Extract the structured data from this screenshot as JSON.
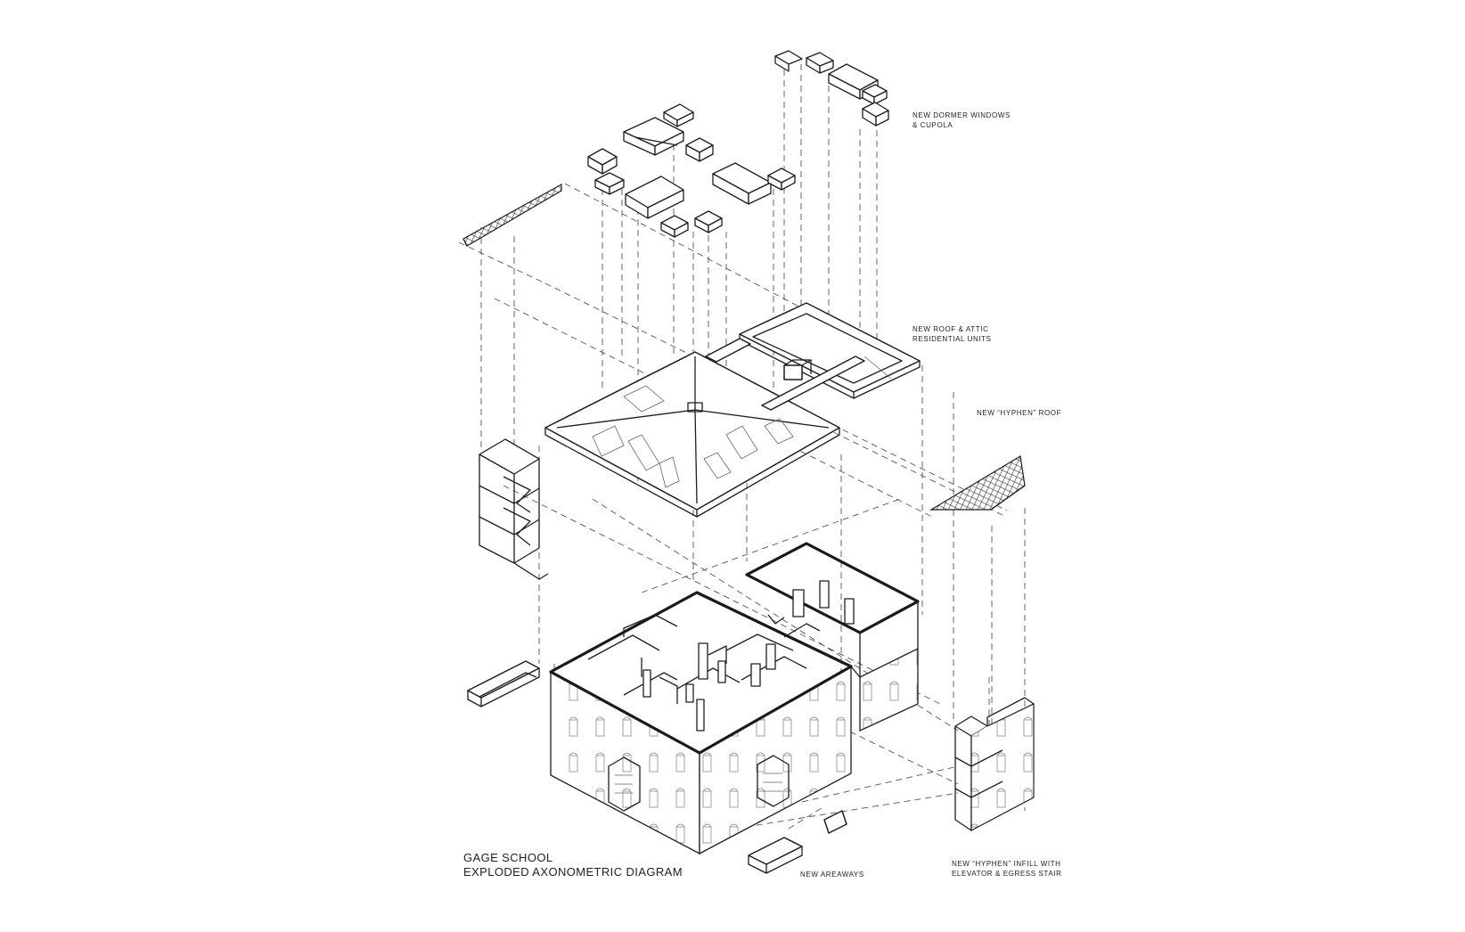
{
  "title": {
    "line1": "GAGE SCHOOL",
    "line2": "EXPLODED AXONOMETRIC DIAGRAM"
  },
  "labels": {
    "dormers_line1": "NEW DORMER WINDOWS",
    "dormers_line2": "& CUPOLA",
    "roof_line1": "NEW ROOF & ATTIC",
    "roof_line2": "RESIDENTIAL UNITS",
    "hyphen_roof": "NEW “HYPHEN” ROOF",
    "areaways": "NEW AREAWAYS",
    "hyphen_infill_line1": "NEW “HYPHEN” INFILL WITH",
    "hyphen_infill_line2": "ELEVATOR & EGRESS STAIR"
  }
}
